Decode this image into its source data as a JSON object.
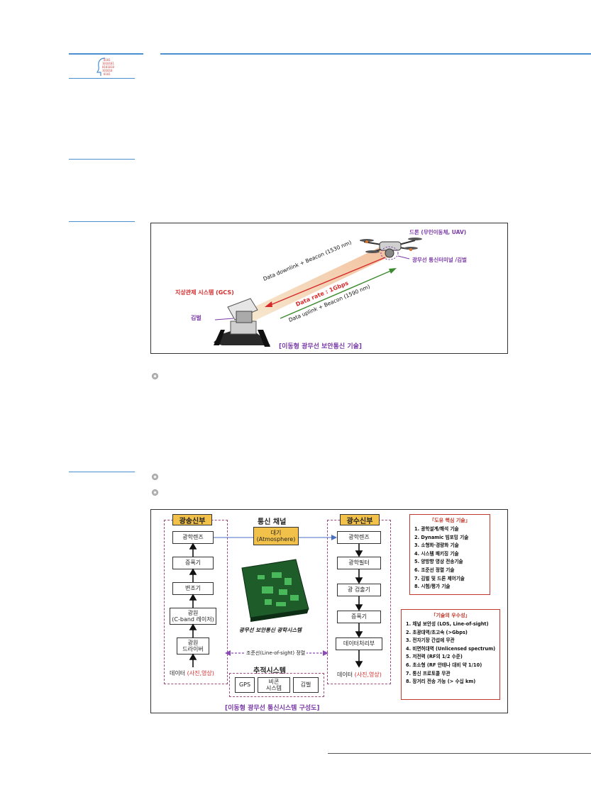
{
  "figure1": {
    "drone_label": "드론 (무인이동체, UAV)",
    "terminal_label": "광무선 통신터미널 /김벌",
    "gcs_label": "지상관제 시스템 (GCS)",
    "gimbal_label": "김벌",
    "downlink_label": "Data downlink + Beacon (1530 nm)",
    "rate_label": "Data rate : 1Gbps",
    "uplink_label": "Data uplink + Beacon (1590 nm)",
    "caption": "[이동형 광무선 보안통신 기술]"
  },
  "figure2": {
    "tx_title": "광송신부",
    "channel_title": "통신 채널",
    "rx_title": "광수신부",
    "tx_blocks": [
      "광학렌즈",
      "증폭기",
      "변조기",
      "광원\n(C-band 레이저)",
      "광원\n드라이버"
    ],
    "tx_data": "데이터",
    "tx_data_red": "(사진,영상)",
    "atmosphere": "대기\n(Atmosphere)",
    "rx_blocks": [
      "광학렌즈",
      "광학필터",
      "광 검출기",
      "증폭기",
      "데이터처리부"
    ],
    "rx_data": "데이터",
    "rx_data_red": "(사진,영상)",
    "system_caption": "광무선 보안통신 광학시스템",
    "los_label": "조준선(Line-of-sight) 정렬",
    "tracking_title": "추적시스템",
    "tracking_blocks": [
      "GPS",
      "비콘\n시스템",
      "김벌"
    ],
    "caption": "[이동형 광무선 통신시스템 구성도]",
    "core_title": "「도유 핵심 기술」",
    "core_items": [
      "1. 광학설계/해석 기술",
      "2. Dynamic 빔포밍 기술",
      "3. 소형화·경량화 기술",
      "4. 시스템 패키징 기술",
      "5. 양방향 영상 전송기술",
      "6. 조준선 정렬 기술",
      "7. 김벌 및 드론 제어기술",
      "8. 시험/평가 기술"
    ],
    "merit_title": "「기술의 우수성」",
    "merit_items": [
      "1. 채널 보안성 (LOS, Line-of-sight)",
      "2. 초광대역/초고속 (>Gbps)",
      "3. 전자기장 간섭에 무관",
      "4. 비면허대역 (Unlicensed spectrum)",
      "5. 저전력 (RF의 1/2 수준)",
      "6. 초소형 (RF 안테나 대비 약 1/10)",
      "7. 통신 프로토콜 무관",
      "8. 장거리 전송 가능 (> 수십 km)"
    ]
  },
  "colors": {
    "rule_blue": "#4a8fd0",
    "red": "#d62b2b",
    "green": "#3c8a2e",
    "purple": "#7a3aa8",
    "tag_yellow": "#f2c14a",
    "board_green": "#1e5c2a"
  }
}
